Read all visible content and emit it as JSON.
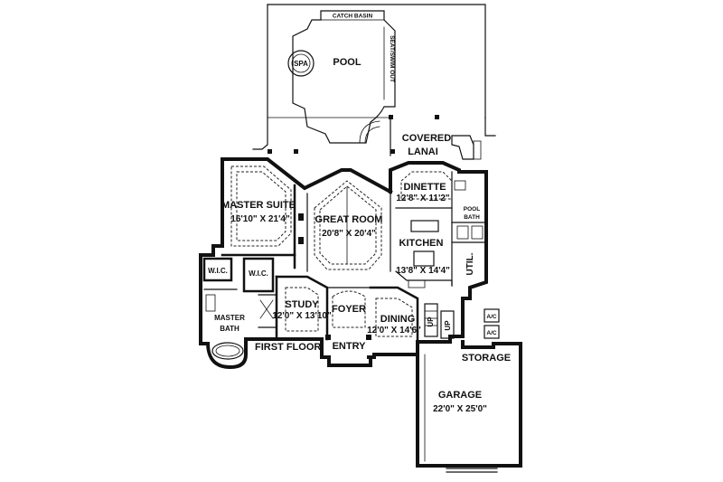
{
  "plan": {
    "title": "FIRST FLOOR",
    "rooms": {
      "pool": "POOL",
      "spa": "SPA",
      "catch_basin": "CATCH BASIN",
      "seat": "SEAT/SWIM OUT",
      "lanai_1": "COVERED",
      "lanai_2": "LANAI",
      "master_suite": "MASTER SUITE",
      "master_suite_dim": "16'10\" X 21'4\"",
      "great_room": "GREAT ROOM",
      "great_room_dim": "20'8\" X 20'4\"",
      "dinette": "DINETTE",
      "dinette_dim": "12'8\" X 11'2\"",
      "kitchen": "KITCHEN",
      "kitchen_dim": "13'8\" X 14'4\"",
      "pool_bath_1": "POOL",
      "pool_bath_2": "BATH",
      "util": "UTIL.",
      "wic_1": "W.I.C.",
      "wic_2": "W.I.C.",
      "study": "STUDY",
      "study_dim": "12'0\" X 13'10\"",
      "foyer": "FOYER",
      "dining": "DINING",
      "dining_dim": "12'0\" X 14'6\"",
      "master_bath_1": "MASTER",
      "master_bath_2": "BATH",
      "entry": "ENTRY",
      "up_1": "UP",
      "up_2": "UP",
      "ac_1": "A/C",
      "ac_2": "A/C",
      "storage": "STORAGE",
      "garage": "GARAGE",
      "garage_dim": "22'0\" X 25'0\""
    }
  }
}
